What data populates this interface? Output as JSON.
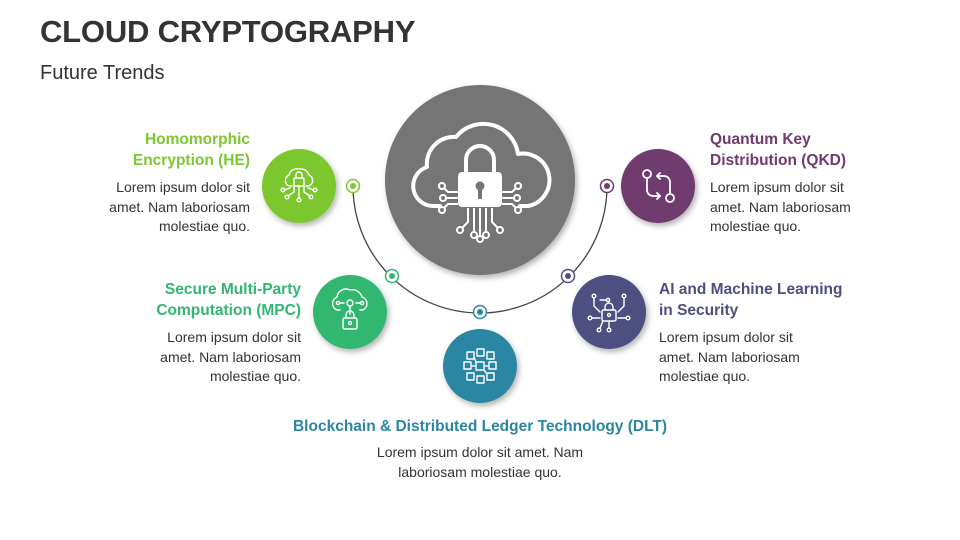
{
  "header": {
    "title": "CLOUD CRYPTOGRAPHY",
    "subtitle": "Future Trends"
  },
  "center_icon": {
    "name": "cloud-lock-icon",
    "color": "#757575"
  },
  "items": [
    {
      "id": "he",
      "title_line1": "Homomorphic",
      "title_line2": "Encryption (HE)",
      "desc_line1": "Lorem ipsum dolor sit",
      "desc_line2": "amet. Nam laboriosam",
      "desc_line3": "molestiae quo.",
      "color": "#7dc72f",
      "icon": "cloud-network-icon"
    },
    {
      "id": "mpc",
      "title_line1": "Secure Multi-Party",
      "title_line2": "Computation (MPC)",
      "desc_line1": "Lorem ipsum dolor sit",
      "desc_line2": "amet. Nam laboriosam",
      "desc_line3": "molestiae quo.",
      "color": "#32b771",
      "icon": "cloud-lock-network-icon"
    },
    {
      "id": "dlt",
      "title_line1": "Blockchain & Distributed Ledger Technology (DLT)",
      "desc_line1": "Lorem ipsum dolor sit amet. Nam",
      "desc_line2": "laboriosam molestiae quo.",
      "color": "#2a86a3",
      "icon": "blockchain-icon"
    },
    {
      "id": "ai",
      "title_line1": "AI and Machine Learning",
      "title_line2": "in Security",
      "desc_line1": "Lorem ipsum dolor sit",
      "desc_line2": "amet. Nam laboriosam",
      "desc_line3": "molestiae quo.",
      "color": "#4d4f80",
      "icon": "circuit-lock-icon"
    },
    {
      "id": "qkd",
      "title_line1": "Quantum Key",
      "title_line2": "Distribution (QKD)",
      "desc_line1": "Lorem ipsum dolor sit",
      "desc_line2": "amet. Nam laboriosam",
      "desc_line3": "molestiae quo.",
      "color": "#6f3b6e",
      "icon": "key-exchange-icon"
    }
  ]
}
